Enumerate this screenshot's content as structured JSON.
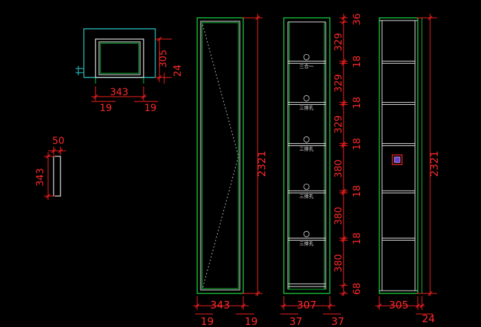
{
  "colors": {
    "background": "#000000",
    "dimension": "#ff2020",
    "outline_green": "#16c93c",
    "outline_cyan": "#2ed3d3",
    "panel_white": "#e6e6e6",
    "hinge_gray": "#9b9b9b",
    "door_pattern": "#bbbbbb"
  },
  "views": {
    "top_section": {
      "width": "343",
      "depth": "305",
      "back_panel": "24",
      "side_left": "19",
      "side_right": "19"
    },
    "small_panel": {
      "thickness": "50",
      "height": "343"
    },
    "door_elevation": {
      "height": "2321",
      "width": "343",
      "side_left": "19",
      "side_right": "19"
    },
    "interior_elevation": {
      "segments": [
        "36",
        "329",
        "18",
        "329",
        "18",
        "329",
        "18",
        "380",
        "18",
        "380",
        "18",
        "380",
        "68"
      ],
      "width": "307",
      "side_left": "37",
      "side_right": "37",
      "shelf_labels": [
        "三合一",
        "三排孔",
        "三排孔",
        "三排孔",
        "三排孔"
      ]
    },
    "side_elevation": {
      "height": "2321",
      "width": "305",
      "back": "24"
    }
  }
}
